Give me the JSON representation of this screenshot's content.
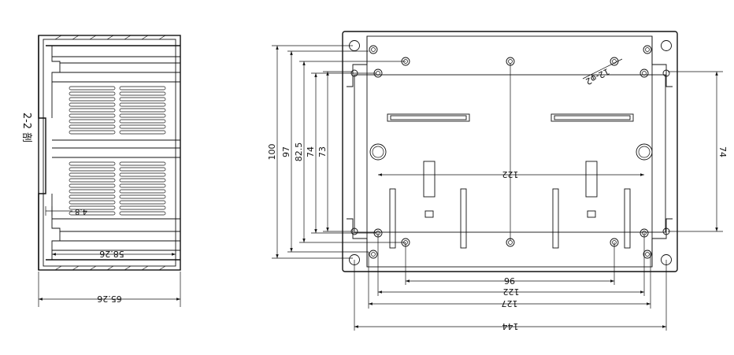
{
  "section_label": "2-2 剖",
  "side_view": {
    "width_label": "65.26",
    "inner_label": "58.26",
    "offset_label": "4.8"
  },
  "front_view": {
    "height_labels": [
      "100",
      "97",
      "82.5",
      "74",
      "73"
    ],
    "right_height_label": "74",
    "center_span_label": "122",
    "hole_note": "12-φ2",
    "bottom_labels": [
      "96",
      "122",
      "127",
      "144"
    ]
  },
  "colors": {
    "ink": "#111111",
    "paper": "#ffffff"
  }
}
